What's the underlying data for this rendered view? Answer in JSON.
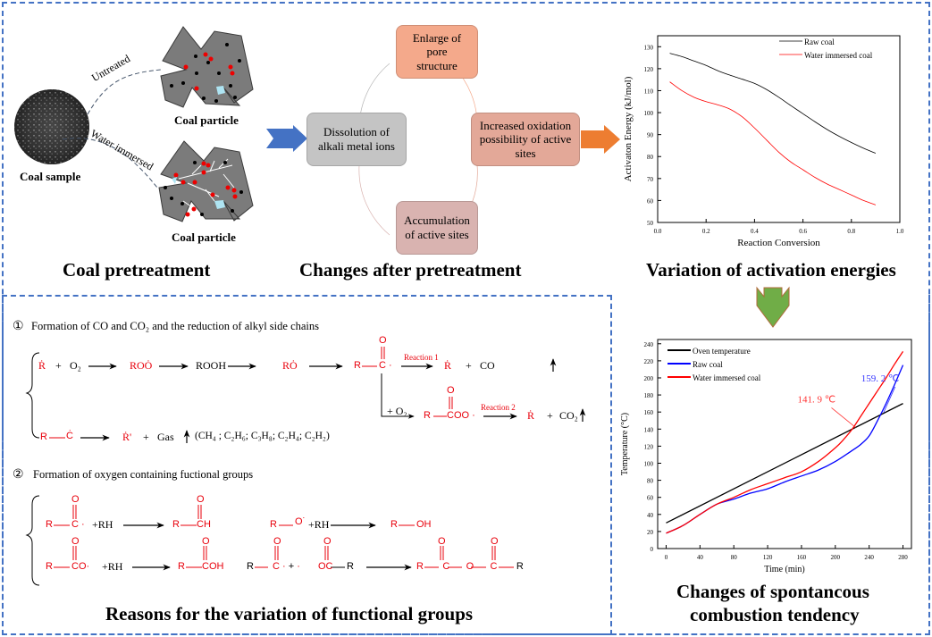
{
  "panels": {
    "pretreatment": {
      "title": "Coal pretreatment",
      "coal_sample_label": "Coal sample",
      "path_untreated": "Untreated",
      "path_water": "Water immersed",
      "particle_label_top": "Coal particle",
      "particle_label_bottom": "Coal particle"
    },
    "changes": {
      "title": "Changes after pretreatment",
      "boxes": [
        {
          "label": "Enlarge of pore structure",
          "color": "#f4a98b"
        },
        {
          "label": "Increased oxidation possibility of active sites",
          "color": "#e3a898"
        },
        {
          "label": "Accumulation of active sites",
          "color": "#d9b3b0"
        },
        {
          "label": "Dissolution of alkali metal ions",
          "color": "#c4c4c4"
        }
      ]
    },
    "activation": {
      "title": "Variation of activation energies"
    },
    "combustion": {
      "title_line1": "Changes of spontancous",
      "title_line2": "combustion tendency"
    },
    "functional_groups": {
      "title": "Reasons for the variation of functional groups",
      "section1": {
        "marker": "①",
        "heading": "Formation of CO and CO₂ and the reduction of alkyl side chains",
        "reaction1_label": "Reaction 1",
        "reaction2_label": "Reaction 2",
        "species": {
          "r_radical": "Ṙ",
          "plus": "+",
          "o2": "O₂",
          "roo": "ROȮ",
          "rooh": "ROOH",
          "ro": "RȮ",
          "acyl": "R—C·",
          "co": "CO",
          "plus_o2": "+ O₂",
          "acylperoxy": "R—COO·",
          "co2": "CO₂",
          "rc": "R—Ċ",
          "r_prime": "Ṙ'",
          "gas": "Gas",
          "gas_list": "(CH₄ ; C₂H₆; C₃H₈; C₂H₄; C₂H₂)",
          "carbonyl_o": "O"
        }
      },
      "section2": {
        "marker": "②",
        "heading": "Formation of oxygen containing fuctional groups",
        "rh": "+RH",
        "rows": [
          {
            "reactant": "R—C·",
            "product": "R—CH"
          },
          {
            "reactant": "R—O·",
            "product": "R—OH"
          },
          {
            "reactant": "R—CO·",
            "product": "R—COH"
          },
          {
            "reactant": "R—C· + ·OC—R",
            "product": "R—C—O—C—R"
          }
        ]
      }
    }
  },
  "chart_data": [
    {
      "type": "line",
      "title": "",
      "xlabel": "Reaction Conversion",
      "ylabel": "Activaton Energy (kJ/mol)",
      "xlim": [
        0.0,
        1.0
      ],
      "ylim": [
        50,
        135
      ],
      "xticks": [
        "0.0",
        "0.2",
        "0.4",
        "0.6",
        "0.8",
        "1.0"
      ],
      "yticks": [
        "50",
        "60",
        "70",
        "80",
        "90",
        "100",
        "110",
        "120",
        "130"
      ],
      "legend": "top-right",
      "grid": false,
      "series": [
        {
          "name": "Raw coal",
          "color": "#000000",
          "x": [
            0.05,
            0.1,
            0.15,
            0.2,
            0.25,
            0.3,
            0.35,
            0.4,
            0.45,
            0.5,
            0.55,
            0.6,
            0.65,
            0.7,
            0.75,
            0.8,
            0.85,
            0.9
          ],
          "y": [
            127,
            125.5,
            123.5,
            121.5,
            119,
            117,
            115.2,
            113.3,
            110.5,
            107,
            103.2,
            99.5,
            95.8,
            92.3,
            89.2,
            86.4,
            83.8,
            81.5
          ]
        },
        {
          "name": "Water immersed coal",
          "color": "#ff0000",
          "x": [
            0.05,
            0.1,
            0.15,
            0.2,
            0.25,
            0.3,
            0.35,
            0.4,
            0.45,
            0.5,
            0.55,
            0.6,
            0.65,
            0.7,
            0.75,
            0.8,
            0.85,
            0.9
          ],
          "y": [
            114,
            110,
            107,
            105,
            103.5,
            101.5,
            98,
            93,
            87.5,
            82,
            77.5,
            74,
            70.5,
            67.5,
            65,
            62.5,
            60,
            58
          ]
        }
      ]
    },
    {
      "type": "line",
      "title": "",
      "xlabel": "Time (min)",
      "ylabel": "Temperature (°C)",
      "xlim": [
        -10,
        290
      ],
      "ylim": [
        0,
        245
      ],
      "xticks": [
        "0",
        "40",
        "80",
        "120",
        "160",
        "200",
        "240",
        "280"
      ],
      "yticks": [
        "0",
        "20",
        "40",
        "60",
        "80",
        "100",
        "120",
        "140",
        "160",
        "180",
        "200",
        "220",
        "240"
      ],
      "legend": "top-left",
      "grid": false,
      "series": [
        {
          "name": "Oven temperature",
          "color": "#000000",
          "x": [
            0,
            280
          ],
          "y": [
            30,
            170
          ]
        },
        {
          "name": "Raw coal",
          "color": "#0000ff",
          "x": [
            0,
            20,
            40,
            60,
            80,
            100,
            120,
            140,
            160,
            180,
            200,
            220,
            230,
            240,
            250,
            260,
            270,
            280
          ],
          "y": [
            18,
            27,
            40,
            52,
            58,
            65,
            70,
            78,
            85,
            92,
            102,
            115,
            122,
            132,
            150,
            170,
            192,
            215
          ]
        },
        {
          "name": "Water immersed coal",
          "color": "#ff0000",
          "x": [
            0,
            20,
            40,
            60,
            80,
            100,
            120,
            140,
            160,
            180,
            200,
            210,
            220,
            230,
            240,
            250,
            260,
            270,
            280
          ],
          "y": [
            18,
            27,
            40,
            52,
            60,
            69,
            76,
            83,
            90,
            102,
            118,
            128,
            140,
            155,
            170,
            185,
            200,
            216,
            231
          ]
        }
      ],
      "annotations": [
        {
          "text": "159. 2 ℃",
          "color": "#3333ff",
          "at": [
            257,
            159.2
          ]
        },
        {
          "text": "141. 9 ℃",
          "color": "#ff3333",
          "at": [
            224,
            141.9
          ]
        }
      ]
    }
  ]
}
